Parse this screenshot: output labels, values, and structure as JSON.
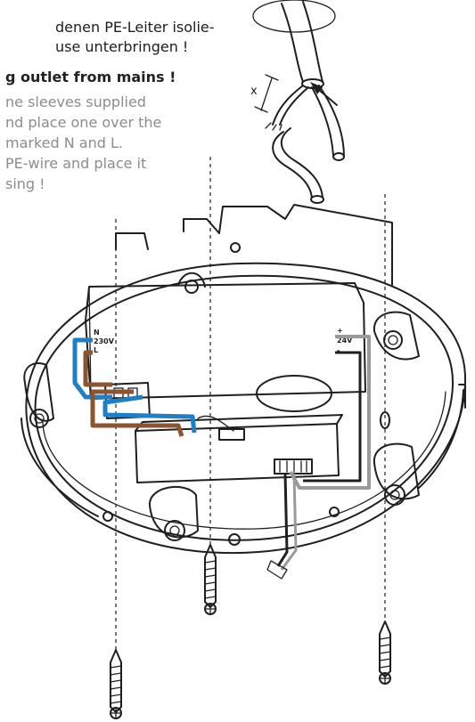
{
  "instructions": {
    "german_lines": [
      "denen PE-Leiter isolie-",
      "use unterbringen !"
    ],
    "warning": "g outlet from mains !",
    "english_lines": [
      "ne sleeves supplied",
      "nd place one over the",
      "marked N and L.",
      "PE-wire and place it",
      "sing !"
    ]
  },
  "module_labels": {
    "left_n": "N",
    "left_voltage": "230V",
    "left_l": "L",
    "right_plus": "+",
    "right_voltage": "24V",
    "right_minus": "-"
  },
  "dimension_label": "x",
  "colors": {
    "blue_wire": "#1f7fc4",
    "brown_wire": "#8a5530",
    "grey_wire": "#9a9a9a",
    "black_wire": "#1f1f1f"
  }
}
